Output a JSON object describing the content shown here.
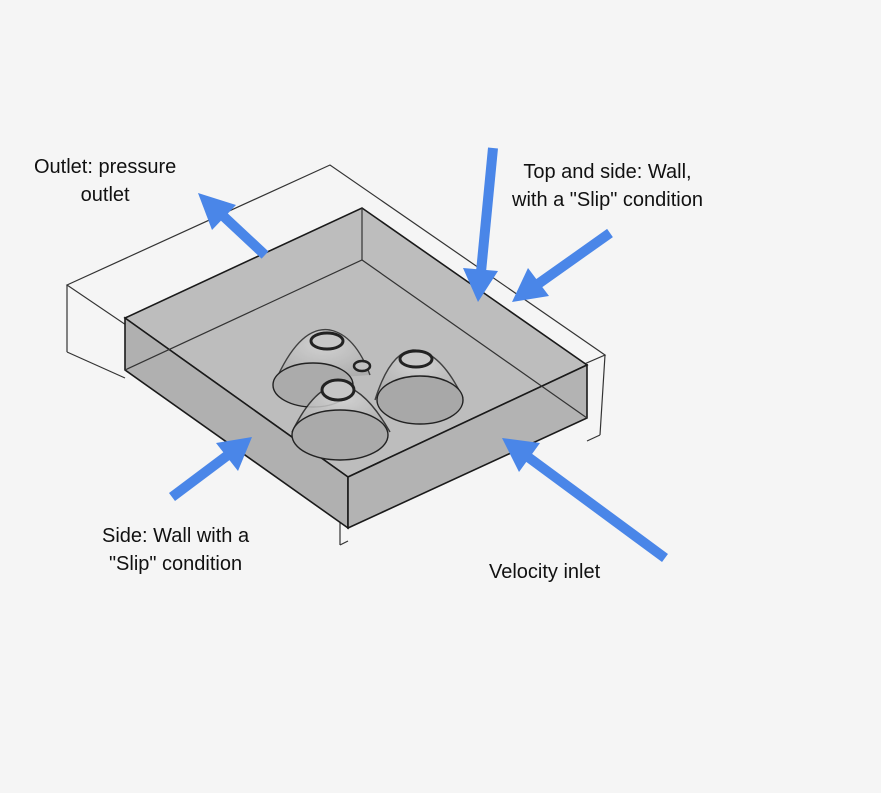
{
  "labels": {
    "outlet": [
      "Outlet: pressure",
      "outlet"
    ],
    "top_side": [
      "Top and side: Wall,",
      "with a \"Slip\" condition"
    ],
    "side": [
      "Side: Wall with a",
      "\"Slip\" condition"
    ],
    "inlet": [
      "Velocity inlet"
    ]
  },
  "colors": {
    "arrow": "#4a86e8",
    "box_fill": "#b4b4b4",
    "background": "#f5f5f5"
  }
}
